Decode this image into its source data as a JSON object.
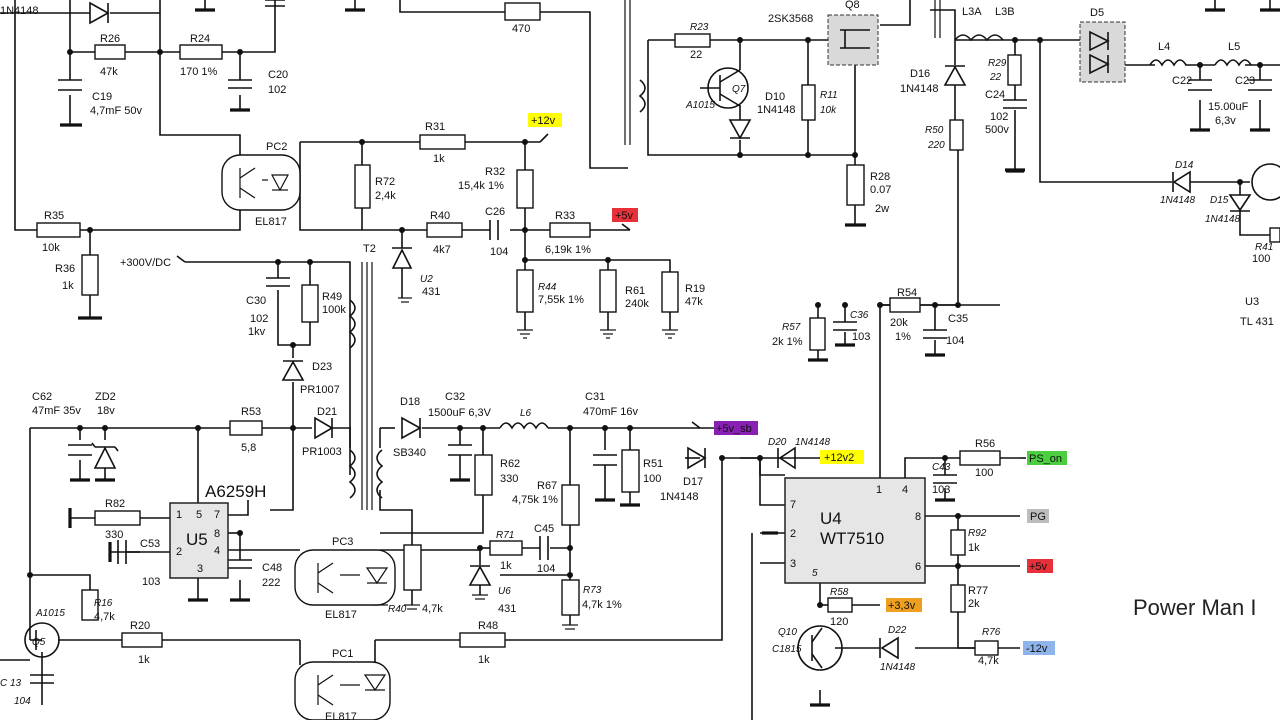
{
  "title": "Power Man I",
  "colors": {
    "yellow": "#ffff00",
    "red": "#e8303a",
    "green": "#4ccf3e",
    "grey": "#bdbdbd",
    "orange": "#f0a020",
    "blue": "#8fb4ea",
    "purple": "#8a1fb4"
  },
  "rails": [
    {
      "id": "p12v",
      "text": "+12v",
      "color": "yellow"
    },
    {
      "id": "p5v_a",
      "text": "+5v",
      "color": "red"
    },
    {
      "id": "p5vsb",
      "text": "+5v_sb",
      "color": "purple"
    },
    {
      "id": "p12v2",
      "text": "+12v2",
      "color": "yellow"
    },
    {
      "id": "ps_on",
      "text": "PS_on",
      "color": "green"
    },
    {
      "id": "pg",
      "text": "PG",
      "color": "grey"
    },
    {
      "id": "p5v_b",
      "text": "+5v",
      "color": "red"
    },
    {
      "id": "p33v",
      "text": "+3,3v",
      "color": "orange"
    },
    {
      "id": "m12v",
      "text": "-12v",
      "color": "blue"
    },
    {
      "id": "v300",
      "text": "+300V/DC",
      "color": ""
    }
  ],
  "ics": [
    {
      "id": "u5",
      "name": "U5",
      "part": "A6259H",
      "pins": [
        "1",
        "5",
        "7",
        "2",
        "8",
        "4",
        "3"
      ]
    },
    {
      "id": "u4",
      "name": "U4",
      "part": "WT7510",
      "pins": [
        "7",
        "1",
        "4",
        "8",
        "2",
        "6",
        "3",
        "5"
      ]
    }
  ],
  "labels": {
    "r26": "R26",
    "r26v": "47k",
    "r24": "R24",
    "r24v": "170 1%",
    "c20": "C20",
    "c20v": "102",
    "c19": "C19",
    "c19v": "4,7mF 50v",
    "n1n4148a": "1N4148",
    "r470": "470",
    "r23": "R23",
    "r23v": "22",
    "q7": "Q7",
    "a1015a": "A1015",
    "r11": "R11",
    "r11v": "10k",
    "q8": "Q8",
    "q8v": "2SK3568",
    "d10": "D10",
    "d10v": "1N4148",
    "r28": "R28",
    "r28v": "0.07",
    "r28w": "2w",
    "l3a": "L3A",
    "l3b": "L3B",
    "d5": "D5",
    "l4": "L4",
    "l5": "L5",
    "r29": "R29",
    "r29v": "22",
    "c24": "C24",
    "c24v": "102",
    "c24w": "500v",
    "c22": "C22",
    "c23": "C23",
    "c23v": "15.00uF",
    "c23w": "6,3v",
    "d16": "D16",
    "d16v": "1N4148",
    "r50": "R50",
    "r50v": "220",
    "d14": "D14",
    "d14v": "1N4148",
    "d15": "D15",
    "d15v": "1N4148",
    "r41": "R41",
    "r41v": "100",
    "u3": "U3",
    "u3v": "TL 431",
    "pc2": "PC2",
    "el817a": "EL817",
    "r72": "R72",
    "r72v": "2,4k",
    "r31": "R31",
    "r31v": "1k",
    "r32": "R32",
    "r32v": "15,4k 1%",
    "r35": "R35",
    "r35v": "10k",
    "r36": "R36",
    "r36v": "1k",
    "r40a": "R40",
    "r40av": "4k7",
    "c26": "C26",
    "c26v": "104",
    "r33": "R33",
    "r33v": "6,19k 1%",
    "u2": "U2",
    "u2v": "431",
    "t2": "T2",
    "c30": "C30",
    "c30v": "102",
    "c30w": "1kv",
    "r49": "R49",
    "r49v": "100k",
    "d23": "D23",
    "d23v": "PR1007",
    "r44": "R44",
    "r44v": "7,55k 1%",
    "r61": "R61",
    "r61v": "240k",
    "r19": "R19",
    "r19v": "47k",
    "r57": "R57",
    "r57v": "2k 1%",
    "c36": "C36",
    "c36v": "103",
    "r54": "R54",
    "r54v": "20k",
    "r54w": "1%",
    "c35": "C35",
    "c35v": "104",
    "c62": "C62",
    "c62v": "47mF 35v",
    "zd2": "ZD2",
    "zd2v": "18v",
    "r53": "R53",
    "r53v": "5,8",
    "d21": "D21",
    "d21v": "PR1003",
    "d18": "D18",
    "d18v": "SB340",
    "c32": "C32",
    "c32v": "1500uF 6,3V",
    "l6": "L6",
    "c31": "C31",
    "c31v": "470mF 16v",
    "r62": "R62",
    "r62v": "330",
    "r67": "R67",
    "r67v": "4,75k 1%",
    "r51": "R51",
    "r51v": "100",
    "d17": "D17",
    "d17v": "1N4148",
    "d20": "D20",
    "d20v": "1N4148",
    "r56": "R56",
    "r56v": "100",
    "c43": "C43",
    "c43v": "103",
    "r82": "R82",
    "r82v": "330",
    "c53": "C53",
    "c53v": "103",
    "c48": "C48",
    "c48v": "222",
    "pc3": "PC3",
    "el817b": "EL817",
    "r40b": "R40",
    "r40bv": "4,7k",
    "r71": "R71",
    "r71v": "1k",
    "c45": "C45",
    "c45v": "104",
    "u6": "U6",
    "u6v": "431",
    "r73": "R73",
    "r73v": "4,7k 1%",
    "r92": "R92",
    "r92v": "1k",
    "r77": "R77",
    "r77v": "2k",
    "r58": "R58",
    "r58v": "120",
    "q10": "Q10",
    "c1815": "C1815",
    "d22": "D22",
    "d22v": "1N4148",
    "r76": "R76",
    "r76v": "4,7k",
    "q5": "Q5",
    "a1015b": "A1015",
    "r16": "R16",
    "r16v": "4,7k",
    "r20": "R20",
    "r20v": "1k",
    "pc1": "PC1",
    "el817c": "EL817",
    "r48": "R48",
    "r48v": "1k",
    "c13": "C 13",
    "c13v": "104"
  }
}
